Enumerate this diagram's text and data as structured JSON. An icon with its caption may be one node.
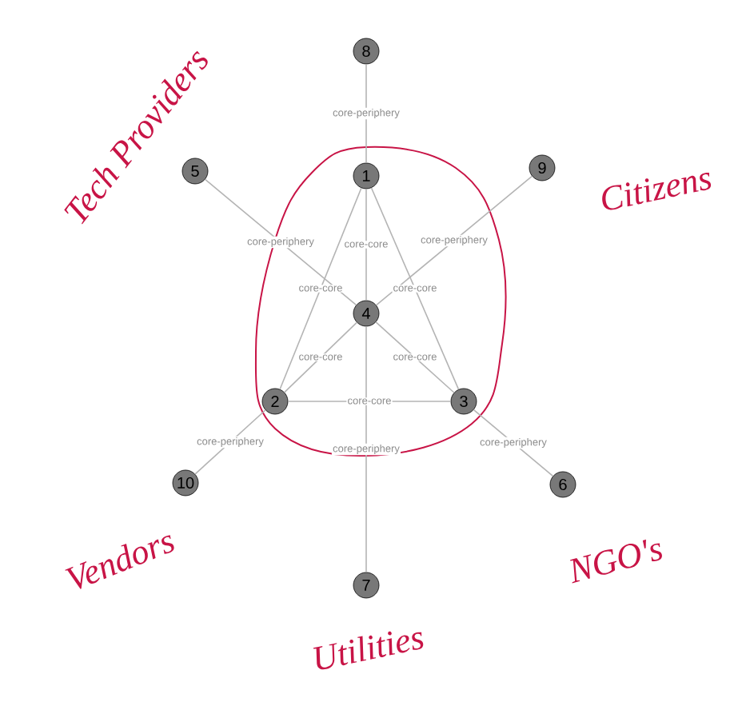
{
  "diagram": {
    "nodes": [
      {
        "text": [
          "8"
        ]
      },
      {
        "text": [
          "5"
        ]
      },
      {
        "text": [
          "1"
        ]
      },
      {
        "text": [
          "9"
        ]
      },
      {
        "text": [
          "4"
        ]
      },
      {
        "text": [
          "2"
        ]
      },
      {
        "text": [
          "3"
        ]
      },
      {
        "text": [
          "10"
        ]
      },
      {
        "text": [
          "6"
        ]
      },
      {
        "text": [
          "7"
        ]
      }
    ],
    "edges": [
      {
        "from": 2,
        "to": 0,
        "arrow": "none",
        "label": "core-periphery"
      },
      {
        "from": 2,
        "to": 4,
        "arrow": "none",
        "label": "core-core"
      },
      {
        "from": 2,
        "to": 5,
        "arrow": "none",
        "label": "core-core"
      },
      {
        "from": 2,
        "to": 6,
        "arrow": "none",
        "label": "core-core"
      },
      {
        "from": 4,
        "to": 1,
        "arrow": "none",
        "label": "core-periphery"
      },
      {
        "from": 4,
        "to": 3,
        "arrow": "none",
        "label": "core-periphery"
      },
      {
        "from": 4,
        "to": 5,
        "arrow": "none",
        "label": "core-core"
      },
      {
        "from": 4,
        "to": 6,
        "arrow": "none",
        "label": "core-core"
      },
      {
        "from": 5,
        "to": 6,
        "arrow": "none",
        "label": "core-core"
      },
      {
        "from": 5,
        "to": 7,
        "arrow": "none",
        "label": "core-periphery"
      },
      {
        "from": 6,
        "to": 8,
        "arrow": "none",
        "label": "core-periphery"
      },
      {
        "from": 4,
        "to": 9,
        "arrow": "none",
        "label": "core-periphery"
      }
    ],
    "labels": [
      "Tech Providers",
      "Citizens",
      "Vendors",
      "NGO's",
      "Utilities"
    ]
  }
}
